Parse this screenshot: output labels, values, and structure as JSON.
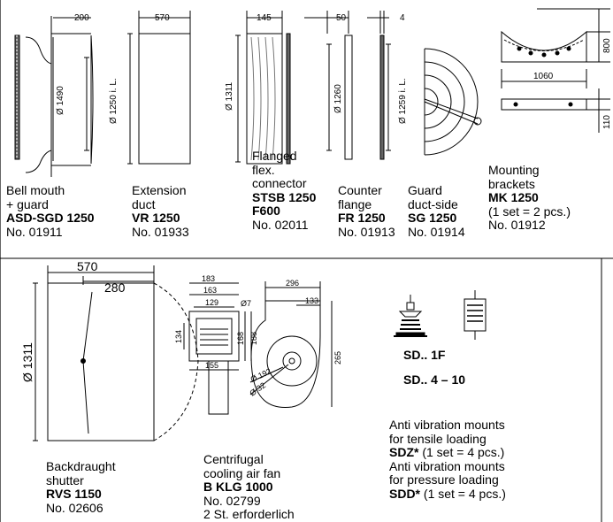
{
  "products": [
    {
      "line1": "Bell mouth",
      "line2": "+ guard",
      "code": "ASD-SGD 1250",
      "no": "No. 01911"
    },
    {
      "line1": "Extension",
      "line2": "duct",
      "code": "VR 1250",
      "no": "No. 01933"
    },
    {
      "line1": "Flanged",
      "line2": "flex.",
      "line3": "connector",
      "code": "STSB 1250",
      "code2": "F600",
      "no": "No. 02011"
    },
    {
      "line1": "Counter",
      "line2": "flange",
      "code": "FR 1250",
      "no": "No. 01913"
    },
    {
      "line1": "Guard",
      "line2": "duct-side",
      "code": "SG 1250",
      "no": "No. 01914"
    },
    {
      "line1": "Mounting",
      "line2": "brackets",
      "code": "MK 1250",
      "line3": "(1 set = 2 pcs.)",
      "no": "No. 01912"
    },
    {
      "line1": "Backdraught",
      "line2": "shutter",
      "code": "RVS 1150",
      "no": "No. 02606"
    },
    {
      "line1": "Centrifugal",
      "line2": "cooling air fan",
      "code": "B KLG 1000",
      "no": "No. 02799",
      "line3": "2 St. erforderlich"
    },
    {
      "line1": "Anti vibration mounts",
      "line2": "for tensile loading",
      "code": "SDZ*",
      "extra": "(1 set = 4 pcs.)",
      "line3": "Anti vibration mounts",
      "line4": "for pressure loading",
      "code2": "SDD*",
      "extra2": "(1 set = 4 pcs.)"
    }
  ],
  "dims": {
    "d200": "200",
    "d1490": "Ø 1490",
    "d570": "570",
    "d1250": "Ø 1250 i. L.",
    "d145": "145",
    "d1311": "Ø 1311",
    "d50": "50",
    "d1260": "Ø 1260",
    "d4": "4",
    "d1259": "Ø 1259 i. L.",
    "d800": "800",
    "d1060": "1060",
    "d110": "110",
    "d570b": "570",
    "d280": "280",
    "d1311b": "Ø 1311",
    "d183": "183",
    "d163": "163",
    "d129": "129",
    "d7": "Ø7",
    "d134": "134",
    "d168": "168",
    "d188": "188",
    "d155": "155",
    "d296": "296",
    "d133": "133",
    "d265": "265",
    "d192": "Ø 192",
    "d32": "Ø 32"
  },
  "mount_labels": {
    "a": "SD.. 1F",
    "b": "SD.. 4 – 10"
  }
}
